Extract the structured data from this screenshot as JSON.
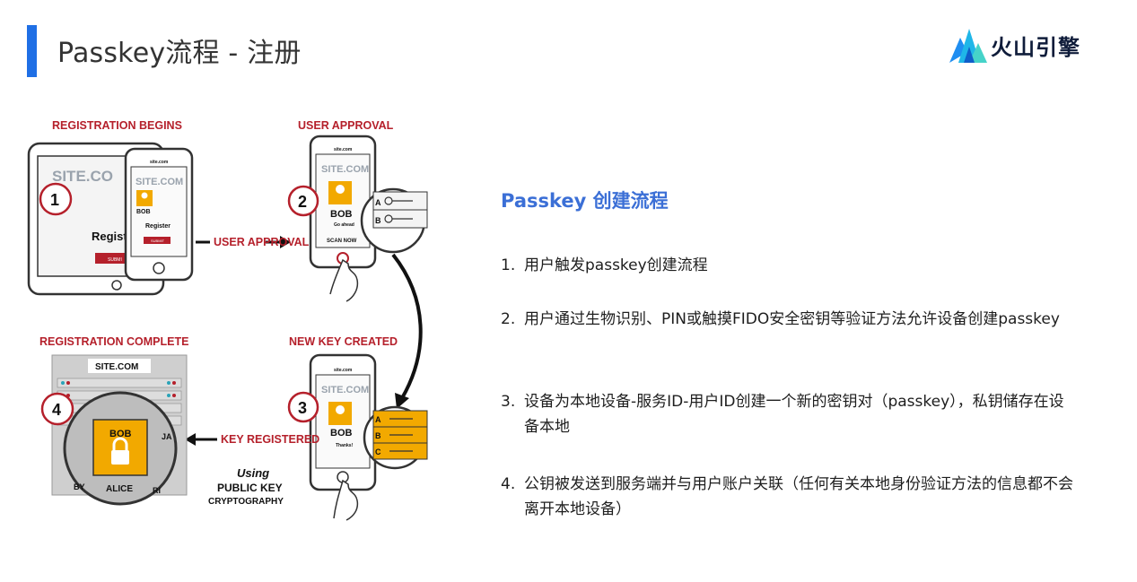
{
  "header": {
    "title": "Passkey流程 - 注册"
  },
  "brand": {
    "name": "火山引擎",
    "icon": "volcano-logo-icon"
  },
  "diagram": {
    "stage1": {
      "title": "REGISTRATION BEGINS",
      "num": "1",
      "tablet_site": "SITE.CO",
      "phone_domain": "site.com",
      "phone_site": "SITE.COM",
      "user": "BOB",
      "register_text": "Register",
      "tablet_register": "Registe",
      "submit": "SUBMIT",
      "tablet_submit": "SUBMI"
    },
    "arrow1": "USER APPROVAL",
    "stage2": {
      "title": "USER APPROVAL",
      "num": "2",
      "domain": "site.com",
      "site": "SITE.COM",
      "user": "BOB",
      "go": "Go ahead",
      "scan": "SCAN NOW",
      "key_a": "A",
      "key_b": "B"
    },
    "stage3": {
      "title": "NEW KEY CREATED",
      "num": "3",
      "domain": "site.com",
      "site": "SITE.COM",
      "user": "BOB",
      "thanks": "Thanks!",
      "key_a": "A",
      "key_b": "B",
      "key_c": "C"
    },
    "arrow2": "KEY REGISTERED",
    "stage4": {
      "title": "REGISTRATION COMPLETE",
      "num": "4",
      "site": "SITE.COM",
      "user_main": "BOB",
      "user_second": "ALICE",
      "partial_left": "BY",
      "partial_right": "JA",
      "partial_right2": "RI"
    },
    "caption": {
      "line1": "Using",
      "line2": "PUBLIC KEY",
      "line3": "CRYPTOGRAPHY"
    },
    "colors": {
      "red": "#b5202b",
      "gold": "#f2a900"
    }
  },
  "content": {
    "heading": "Passkey 创建流程",
    "steps": [
      {
        "num": "1.",
        "text": "用户触发passkey创建流程"
      },
      {
        "num": "2.",
        "text": "用户通过生物识别、PIN或触摸FIDO安全密钥等验证方法允许设备创建passkey"
      },
      {
        "num": "3.",
        "text": "设备为本地设备-服务ID-用户ID创建一个新的密钥对（passkey），私钥储存在设备本地"
      },
      {
        "num": "4.",
        "text": "公钥被发送到服务端并与用户账户关联（任何有关本地身份验证方法的信息都不会离开本地设备）"
      }
    ]
  }
}
